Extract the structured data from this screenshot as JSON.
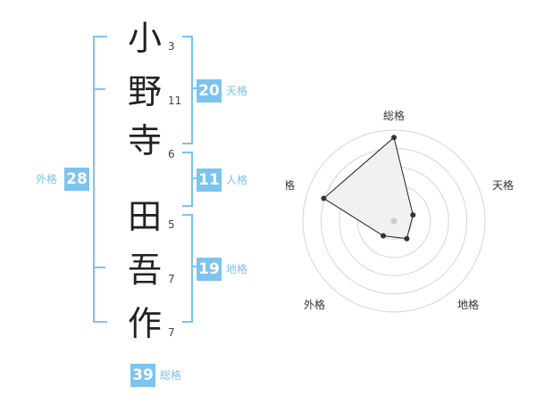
{
  "name": {
    "chars": [
      {
        "char": "小",
        "strokes": "3"
      },
      {
        "char": "野",
        "strokes": "11"
      },
      {
        "char": "寺",
        "strokes": "6"
      },
      {
        "char": "田",
        "strokes": "5"
      },
      {
        "char": "吾",
        "strokes": "7"
      },
      {
        "char": "作",
        "strokes": "7"
      }
    ]
  },
  "scores": {
    "tenkaku": {
      "value": "20",
      "label": "天格"
    },
    "jinkaku": {
      "value": "11",
      "label": "人格"
    },
    "chikaku": {
      "value": "19",
      "label": "地格"
    },
    "gaikaku": {
      "value": "28",
      "label": "外格"
    },
    "soukaku": {
      "value": "39",
      "label": "総格"
    }
  },
  "radar": {
    "axes": [
      "総格",
      "天格",
      "地格",
      "外格",
      "人格"
    ],
    "levels": 5,
    "values": [
      0.92,
      0.22,
      0.24,
      0.2,
      0.81
    ],
    "colors": {
      "grid": "#d6d6d6",
      "fill": "#f0f0f0",
      "stroke": "#222222",
      "point": "#333333",
      "center": "#cccccc"
    }
  }
}
